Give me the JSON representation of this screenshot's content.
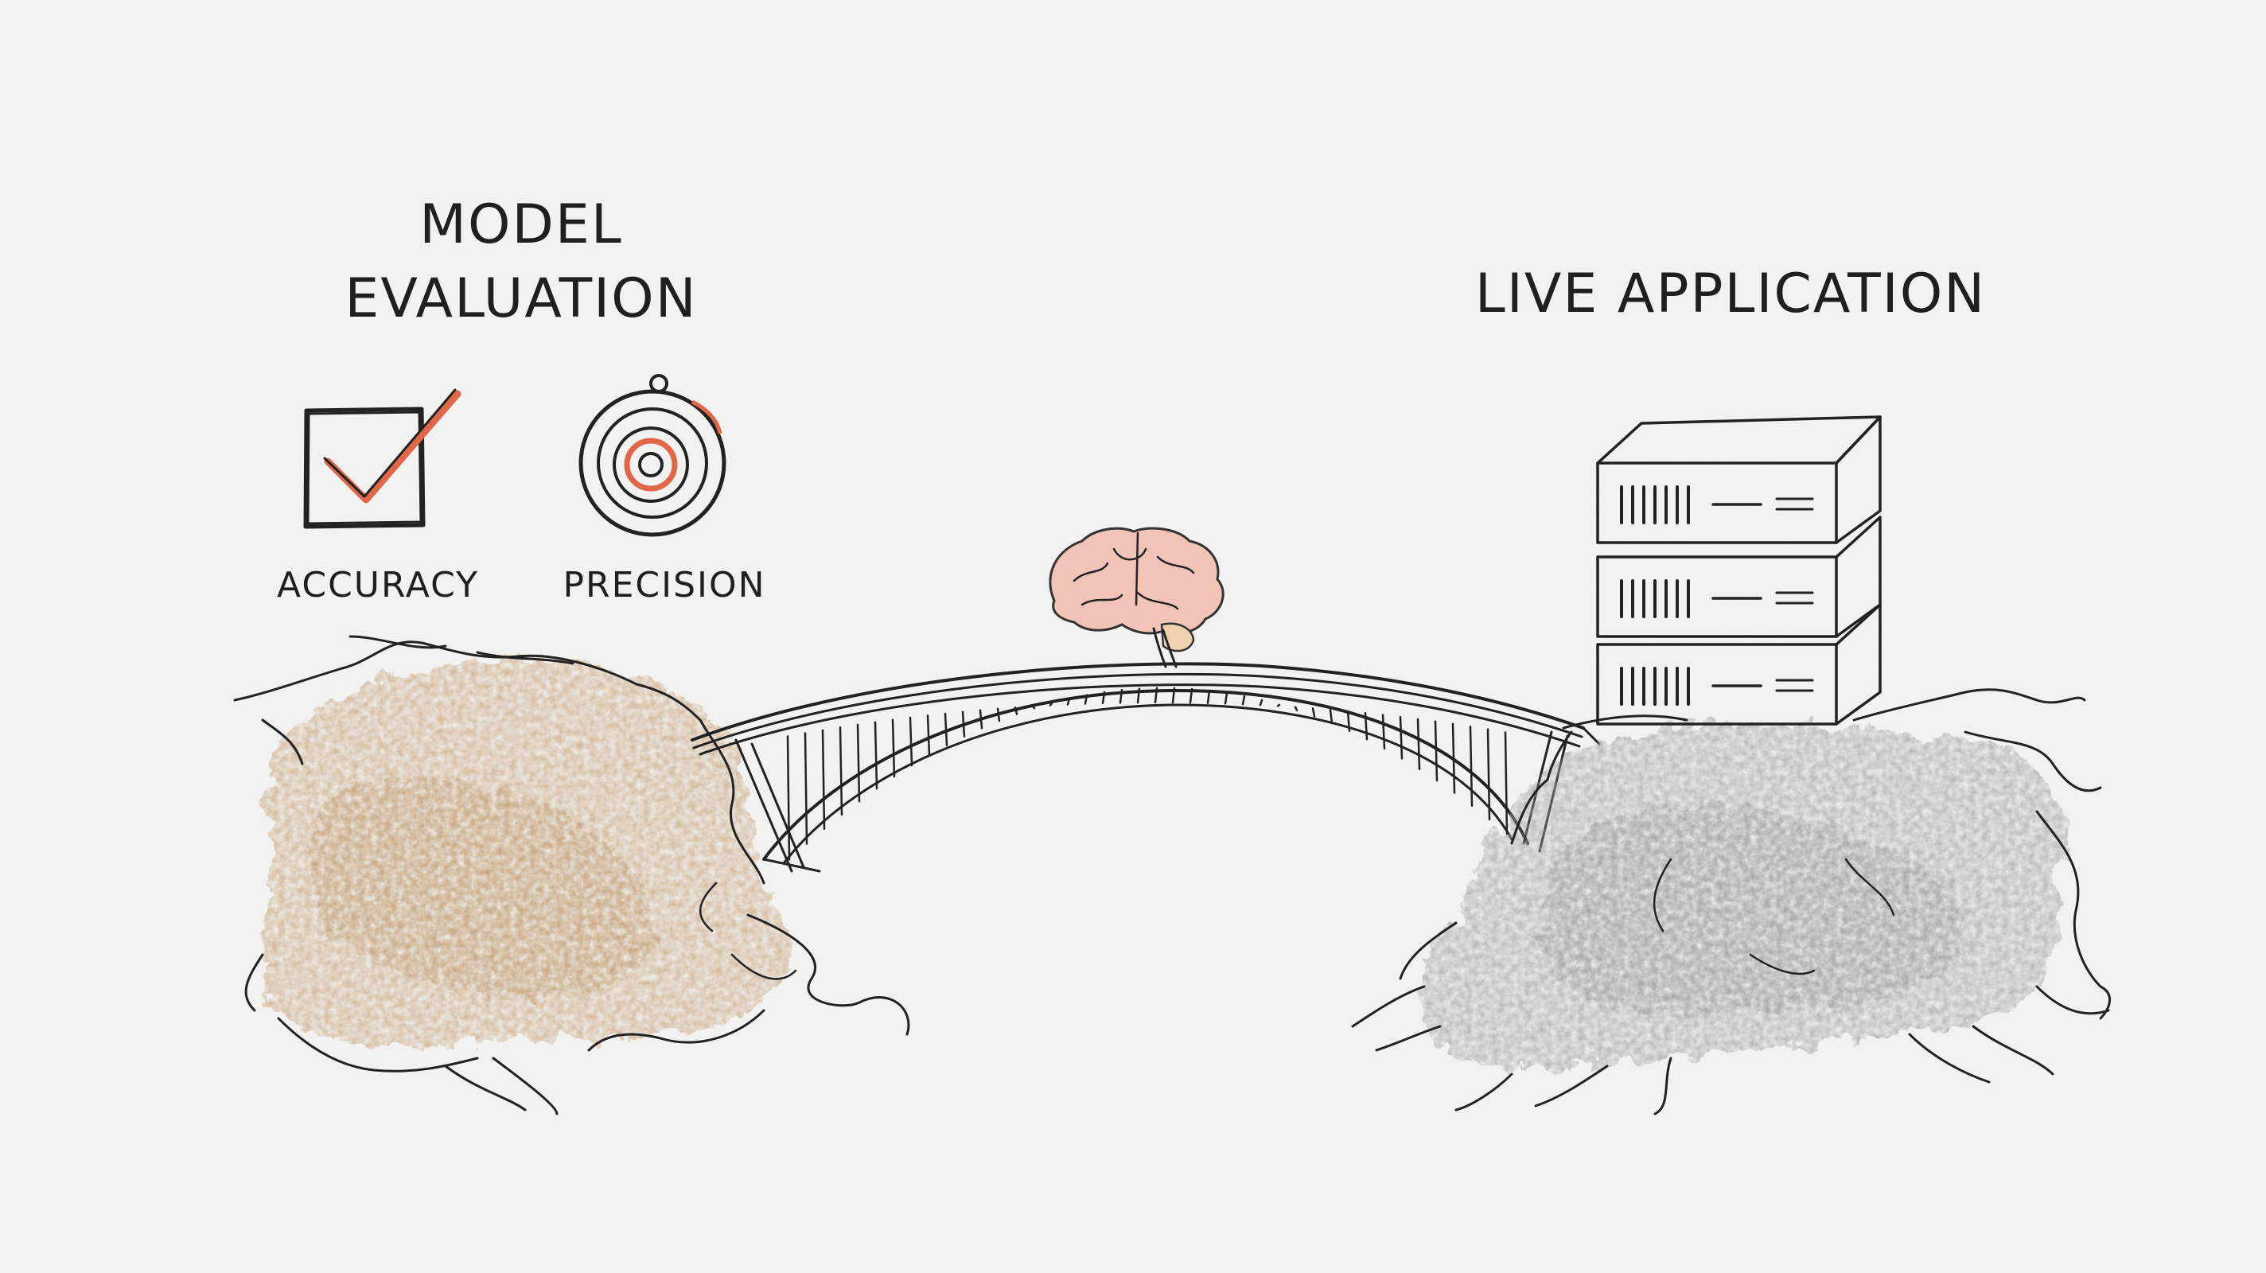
{
  "left_section": {
    "heading_line1": "MODEL",
    "heading_line2": "EVALUATION",
    "icons": [
      {
        "icon": "checkbox-check-icon",
        "label": "ACCURACY"
      },
      {
        "icon": "target-icon",
        "label": "PRECISION"
      }
    ]
  },
  "right_section": {
    "heading": "LIVE APPLICATION"
  },
  "colors": {
    "paper": "#f4f4f2",
    "ink": "#222222",
    "accent": "#e0674a",
    "left_rock": "#c9a57e",
    "right_rock": "#a3a3a1",
    "brain": "#f2c4b8"
  }
}
